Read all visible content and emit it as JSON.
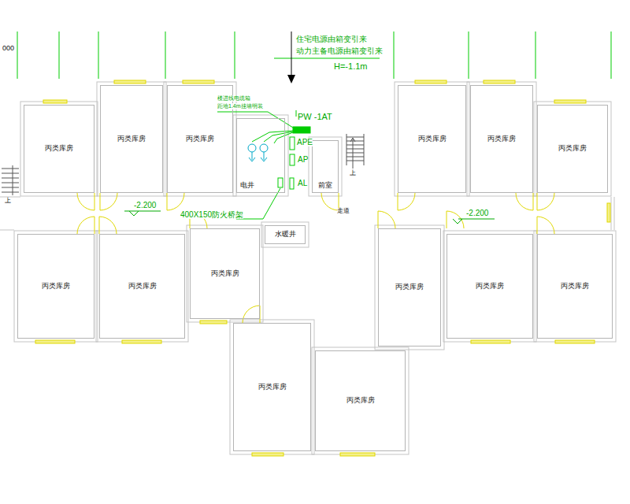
{
  "diagram": {
    "nodes": [
      {
        "text": [
          "丙类库房"
        ]
      },
      {
        "text": [
          "丙类库房"
        ]
      },
      {
        "text": [
          "丙类库房"
        ]
      },
      {
        "text": [
          "丙类库房"
        ]
      },
      {
        "text": [
          "丙类库房"
        ]
      },
      {
        "text": [
          "丙类库房"
        ]
      },
      {
        "text": [
          "丙类库房"
        ]
      },
      {
        "text": [
          "丙类库房"
        ]
      },
      {
        "text": [
          "丙类库房"
        ]
      },
      {
        "text": [
          "丙类库房"
        ]
      },
      {
        "text": [
          "丙类库房"
        ]
      },
      {
        "text": [
          "丙类库房"
        ]
      },
      {
        "text": [
          "丙类库房"
        ]
      },
      {
        "text": [
          "丙类库房"
        ]
      },
      {
        "text": [
          "电井"
        ]
      },
      {
        "text": [
          "前室"
        ]
      },
      {
        "text": [
          "水暖井"
        ]
      }
    ],
    "labels": [
      "000",
      "住宅电源由箱变引来",
      "动力主备电源由箱变引来",
      "H=-1.1m",
      "楼进线电缆箱",
      "距地1.4m挂墙明装",
      "PW -1AT",
      "APE",
      "AP",
      "AL",
      "上",
      "上",
      "-2.200",
      "400X150防火桥架",
      "走道",
      "-2.200"
    ]
  }
}
